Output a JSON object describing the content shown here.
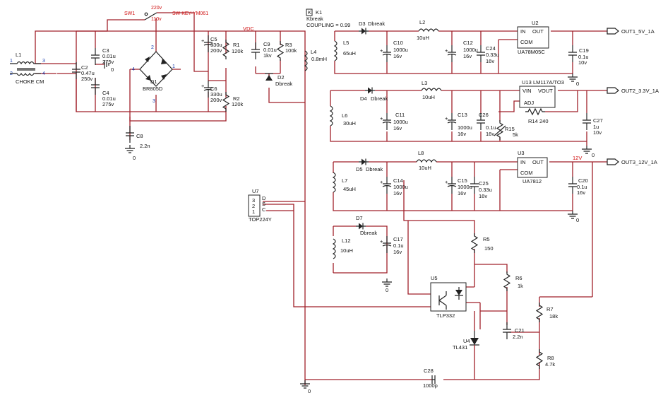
{
  "components": {
    "L1": {
      "ref": "L1",
      "value": "CHOKE CM",
      "pins": [
        "1",
        "2",
        "3",
        "4"
      ]
    },
    "C2": {
      "ref": "C2",
      "value": "0.47u",
      "rating": "250v"
    },
    "C3": {
      "ref": "C3",
      "value": "0.01u",
      "rating": "275v"
    },
    "C4": {
      "ref": "C4",
      "value": "0.01u",
      "rating": "275v"
    },
    "C8": {
      "ref": "C8",
      "value": "2.2n"
    },
    "SW1": {
      "ref": "SW1",
      "value": "SW KEY-YM061",
      "pos1": "220v",
      "pos2": "110v"
    },
    "D1": {
      "ref": "D1",
      "value": "BR805D",
      "pins": [
        "1",
        "2",
        "3",
        "4"
      ]
    },
    "C5": {
      "ref": "C5",
      "value": "330u",
      "rating": "200v"
    },
    "C6": {
      "ref": "C6",
      "value": "330u",
      "rating": "200v"
    },
    "R1": {
      "ref": "R1",
      "value": "120k"
    },
    "R2": {
      "ref": "R2",
      "value": "120k"
    },
    "C9": {
      "ref": "C9",
      "value": "0.01u",
      "rating": "1kv"
    },
    "R3": {
      "ref": "R3",
      "value": "100k"
    },
    "D2": {
      "ref": "D2",
      "value": "Dbreak"
    },
    "L4": {
      "ref": "L4",
      "value": "0.8mH"
    },
    "K1": {
      "ref": "K1",
      "value": "Kbreak",
      "coupling": "COUPLING = 0.99"
    },
    "U7": {
      "ref": "U7",
      "value": "TOP224Y",
      "pins": [
        "3",
        "2",
        "1"
      ],
      "pin_names": [
        "D",
        "S",
        "C"
      ]
    },
    "D3": {
      "ref": "D3",
      "value": "Dbreak"
    },
    "L5": {
      "ref": "L5",
      "value": "65uH"
    },
    "C10": {
      "ref": "C10",
      "value": "1000u",
      "rating": "16v"
    },
    "L2": {
      "ref": "L2",
      "value": "10uH"
    },
    "C12": {
      "ref": "C12",
      "value": "1000u",
      "rating": "16v"
    },
    "C24": {
      "ref": "C24",
      "value": "0.33u",
      "rating": "16v"
    },
    "U2": {
      "ref": "U2",
      "value": "UA78M05C"
    },
    "C19": {
      "ref": "C19",
      "value": "0.1u",
      "rating": "10v"
    },
    "D4": {
      "ref": "D4",
      "value": "Dbreak"
    },
    "L6": {
      "ref": "L6",
      "value": "30uH"
    },
    "C11": {
      "ref": "C11",
      "value": "1000u",
      "rating": "16v"
    },
    "L3": {
      "ref": "L3",
      "value": "10uH"
    },
    "C13": {
      "ref": "C13",
      "value": "1000u",
      "rating": "16v"
    },
    "C26": {
      "ref": "C26",
      "value": "0.1u",
      "rating": "16v"
    },
    "U13": {
      "ref": "U13",
      "value": "LM117A/TO3"
    },
    "R14": {
      "ref": "R14",
      "value": "240"
    },
    "R15": {
      "ref": "R15",
      "value": "5k"
    },
    "C27": {
      "ref": "C27",
      "value": "1u",
      "rating": "10v"
    },
    "D5": {
      "ref": "D5",
      "value": "Dbreak"
    },
    "L7": {
      "ref": "L7",
      "value": "45uH"
    },
    "C14": {
      "ref": "C14",
      "value": "1000u",
      "rating": "16v"
    },
    "L8": {
      "ref": "L8",
      "value": "10uH"
    },
    "C15": {
      "ref": "C15",
      "value": "1000u",
      "rating": "16v"
    },
    "C25": {
      "ref": "C25",
      "value": "0.33u",
      "rating": "16v"
    },
    "U3": {
      "ref": "U3",
      "value": "UA7812"
    },
    "C20": {
      "ref": "C20",
      "value": "0.1u",
      "rating": "16v"
    },
    "D7": {
      "ref": "D7",
      "value": "Dbreak"
    },
    "L12": {
      "ref": "L12",
      "value": "10uH"
    },
    "C17": {
      "ref": "C17",
      "value": "0.1u",
      "rating": "16v"
    },
    "R5": {
      "ref": "R5",
      "value": "150"
    },
    "R6": {
      "ref": "R6",
      "value": "1k"
    },
    "U5": {
      "ref": "U5",
      "value": "TLP332"
    },
    "C21": {
      "ref": "C21",
      "value": "2.2n"
    },
    "U4": {
      "ref": "U4",
      "value": "TL431"
    },
    "R7": {
      "ref": "R7",
      "value": "18k"
    },
    "R8": {
      "ref": "R8",
      "value": "4.7k"
    },
    "C28": {
      "ref": "C28",
      "value": "1000p"
    }
  },
  "regulator_pins": {
    "in": "IN",
    "out": "OUT",
    "com": "COM",
    "vin": "VIN",
    "vout": "VOUT",
    "adj": "ADJ"
  },
  "nets": {
    "vdc": "VDC",
    "v12": "12V",
    "ground": "0"
  },
  "outputs": {
    "out1": "OUT1_5V_1A",
    "out2": "OUT2_3.3V_1A",
    "out3": "OUT3_12V_1A"
  },
  "colors": {
    "wire": "#a0202a",
    "component": "#222222",
    "net_label": "#d01010",
    "pin_number": "#1a3fb0"
  }
}
